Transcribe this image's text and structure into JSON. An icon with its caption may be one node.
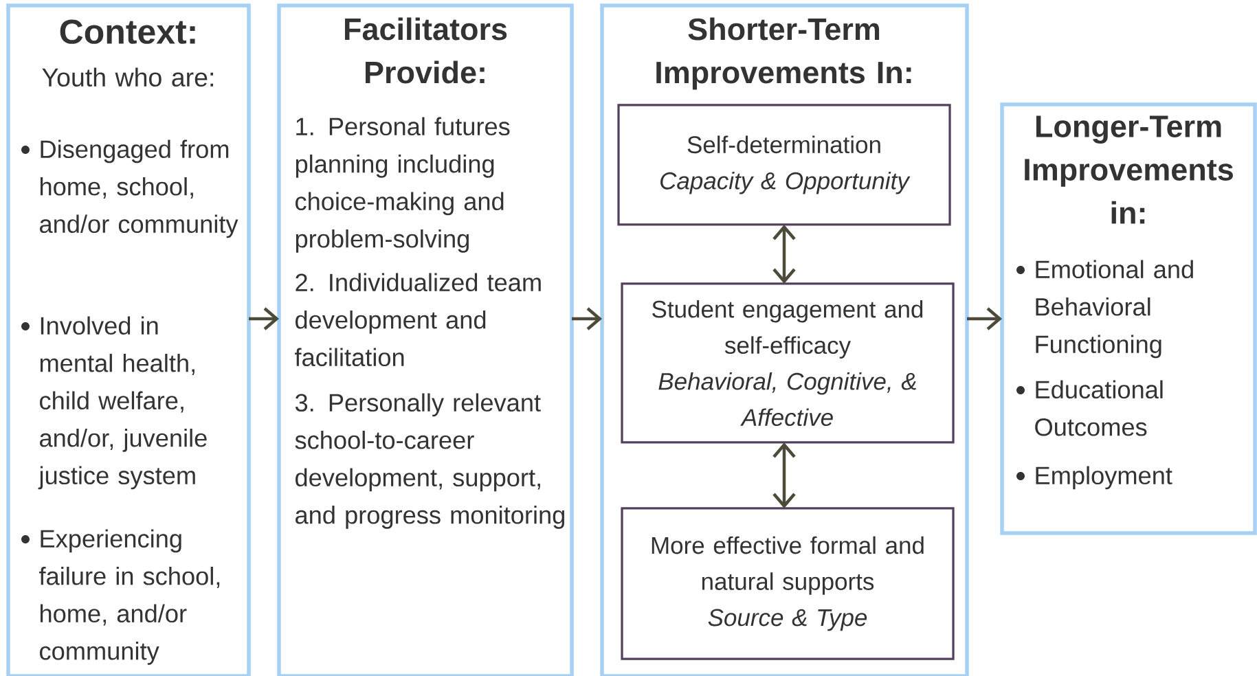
{
  "diagram": {
    "nodes": [
      {
        "text": [
          "Context:",
          "Youth who are:",
          "Disengaged from home, school, and/or community",
          "Involved in mental health, child welfare, and/or, juvenile justice system",
          "Experiencing failure in school, home, and/or community"
        ]
      },
      {
        "text": [
          "Facilitators Provide:",
          "1. Personal futures planning including choice-making and problem-solving",
          "2. Individualized team development and facilitation",
          "3. Personally relevant school-to-career development, support, and progress monitoring"
        ]
      },
      {
        "text": [
          "Shorter-Term Improvements In:"
        ]
      },
      {
        "text": [
          "Self-determination",
          "Capacity & Opportunity"
        ],
        "in": 2
      },
      {
        "text": [
          "Student engagement and self-efficacy",
          "Behavioral, Cognitive, & Affective"
        ],
        "in": 2
      },
      {
        "text": [
          "More effective formal and natural supports",
          "Source & Type"
        ],
        "in": 2
      },
      {
        "text": [
          "Longer-Term Improvements in:",
          "Emotional and Behavioral Functioning",
          "Educational Outcomes",
          "Employment"
        ]
      }
    ],
    "edges": [
      {
        "from": 0,
        "to": 1,
        "arrow": "to"
      },
      {
        "from": 1,
        "to": 2,
        "arrow": "to"
      },
      {
        "from": 2,
        "to": 6,
        "arrow": "to"
      },
      {
        "from": 3,
        "to": 4,
        "arrow": "both"
      },
      {
        "from": 4,
        "to": 5,
        "arrow": "both"
      }
    ]
  }
}
